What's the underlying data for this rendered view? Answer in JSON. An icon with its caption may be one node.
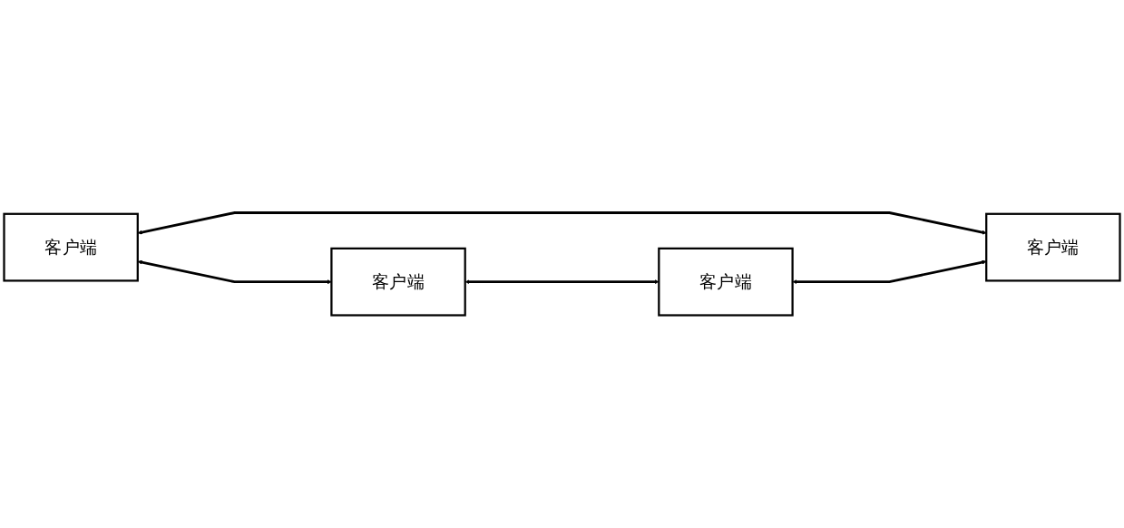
{
  "diagram": {
    "nodes": [
      {
        "text": [
          "客户端"
        ]
      },
      {
        "text": [
          "客户端"
        ]
      },
      {
        "text": [
          "客户端"
        ]
      },
      {
        "text": [
          "客户端"
        ]
      }
    ],
    "edges": [
      {
        "from": 0,
        "to": 1,
        "arrow": "both"
      },
      {
        "from": 0,
        "to": 3,
        "arrow": "both"
      },
      {
        "from": 1,
        "to": 2,
        "arrow": "both"
      },
      {
        "from": 2,
        "to": 3,
        "arrow": "both"
      }
    ]
  }
}
